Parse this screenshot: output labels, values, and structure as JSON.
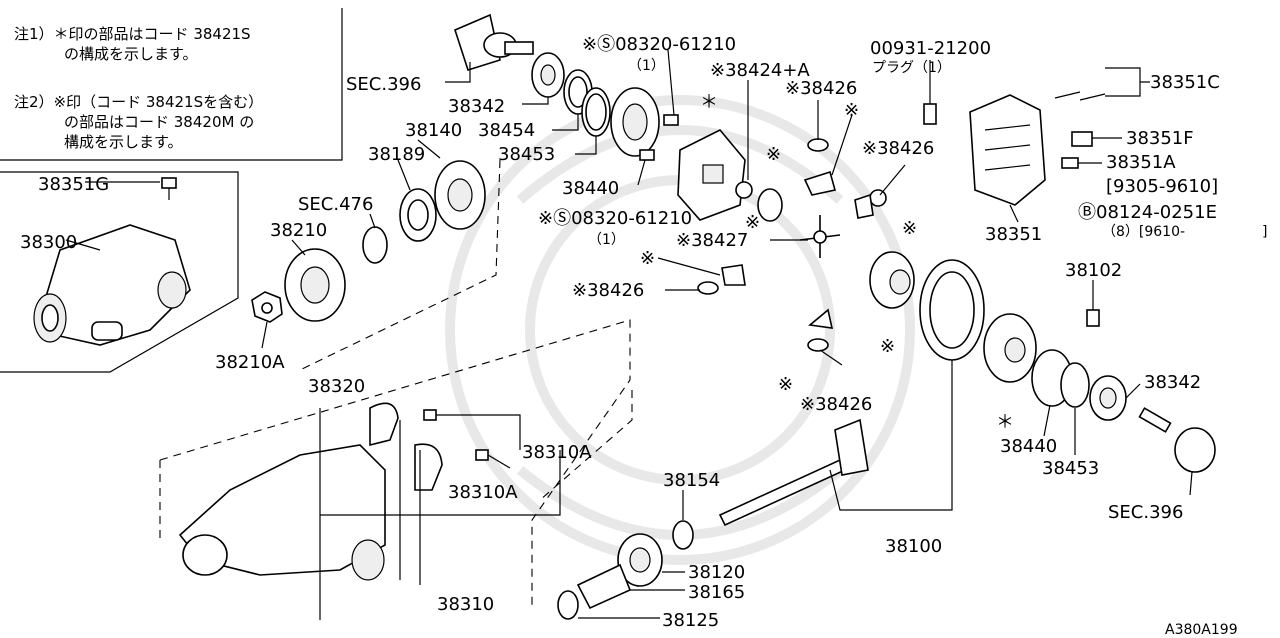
{
  "notes": {
    "note1_line1": "注1）＊印の部品はコード 38421S",
    "note1_line2": "の構成を示します。",
    "note2_line1": "注2）※印（コード 38421Sを含む）",
    "note2_line2": "の部品はコード 38420M の",
    "note2_line3": "構成を示します。"
  },
  "labels": {
    "p38351G": "38351G",
    "p38300": "38300",
    "sec396_top": "SEC.396",
    "p38342_top": "38342",
    "p38454": "38454",
    "p38140": "38140",
    "p38453_top": "38453",
    "p38189": "38189",
    "sec476": "SEC.476",
    "p38210": "38210",
    "p38210A": "38210A",
    "bolt1": "※Ⓢ08320-61210",
    "bolt1_qty": "（1）",
    "bolt2": "※Ⓢ08320-61210",
    "bolt2_qty": "（1）",
    "p38440_top": "38440",
    "p38424A": "※38424+A",
    "p38426_a": "※38426",
    "p38426_b": "※38426",
    "p38426_c": "※38426",
    "p38426_d": "※38426",
    "p38427": "※38427",
    "plug_code": "00931-21200",
    "plug_name": "プラグ（1）",
    "p38351C": "38351C",
    "p38351F": "38351F",
    "p38351A": "38351A",
    "p38351A_range": "[9305-9610]",
    "p38351": "38351",
    "bolt3": "Ⓑ08124-0251E",
    "bolt3_qty": "（8）[9610-",
    "bolt3_close": "]",
    "p38102": "38102",
    "p38342_right": "38342",
    "p38440_right": "38440",
    "p38453_right": "38453",
    "sec396_right": "SEC.396",
    "p38100": "38100",
    "p38320": "38320",
    "p38310A_a": "38310A",
    "p38310A_b": "38310A",
    "p38310": "38310",
    "p38154": "38154",
    "p38120": "38120",
    "p38165": "38165",
    "p38125": "38125",
    "asterisk": "＊",
    "kome": "※",
    "figure_id": "A380A199"
  }
}
